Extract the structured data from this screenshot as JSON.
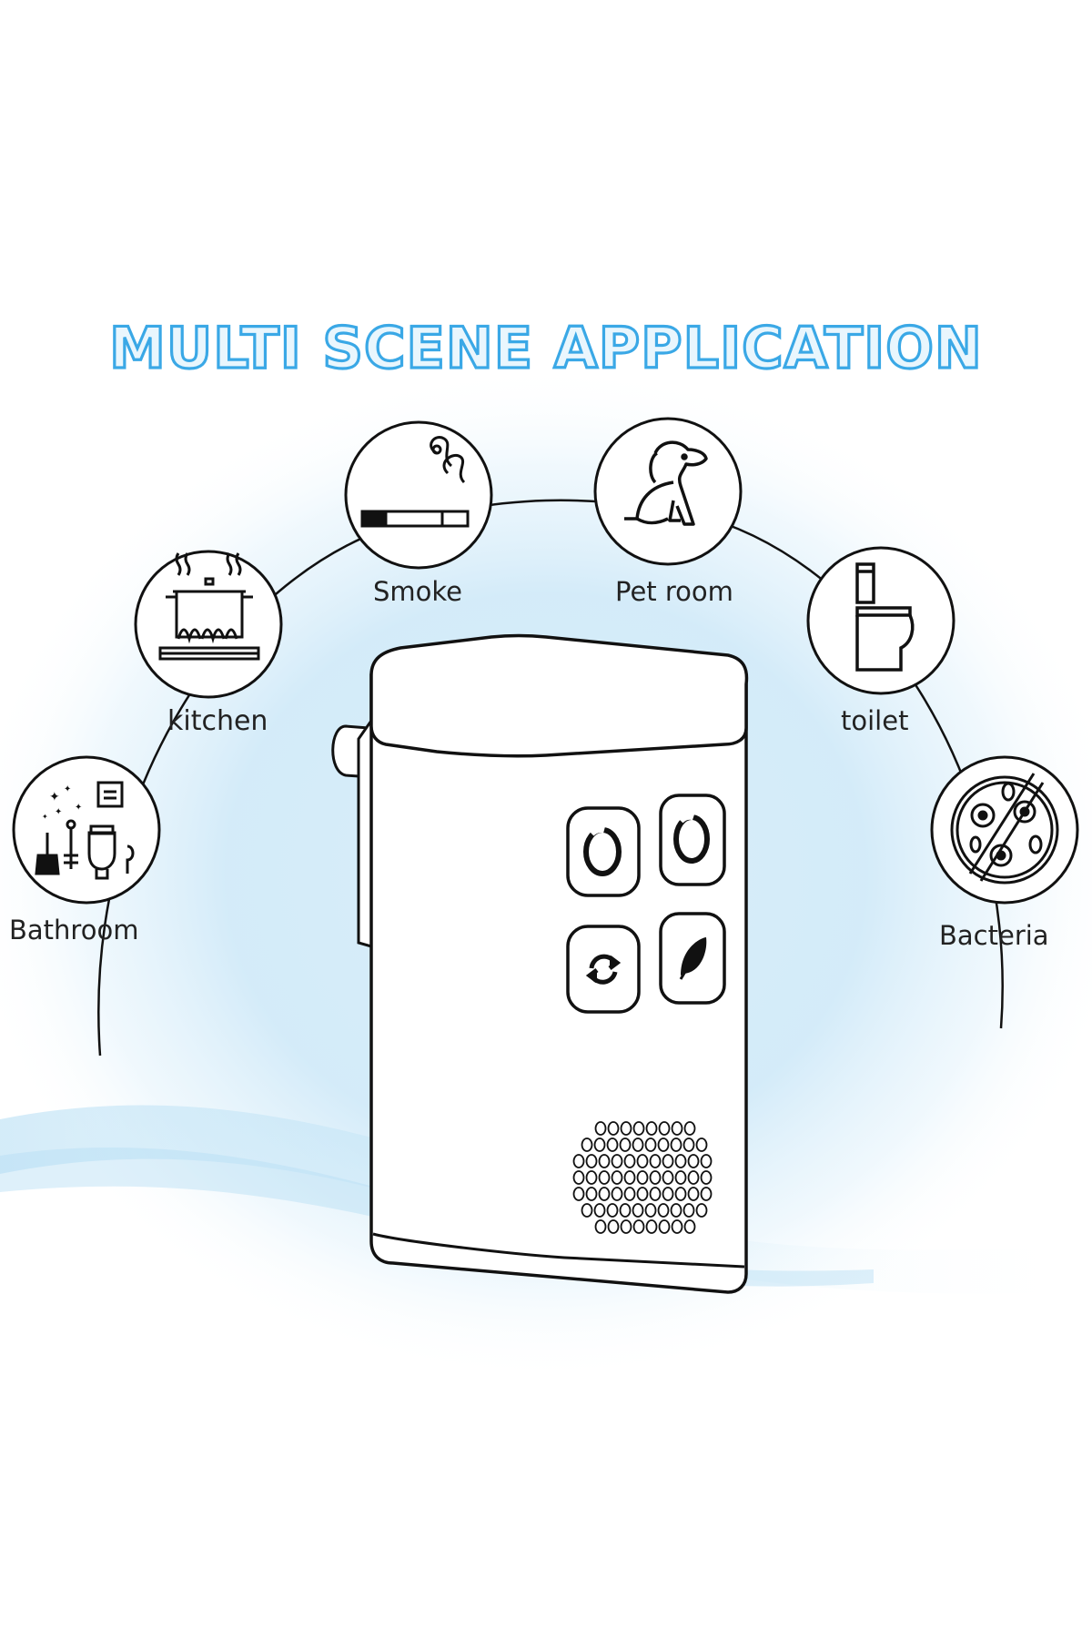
{
  "title": "MULTI SCENE APPLICATION",
  "scenes": [
    {
      "id": "bathroom",
      "label": "Bathroom"
    },
    {
      "id": "kitchen",
      "label": "kitchen"
    },
    {
      "id": "smoke",
      "label": "Smoke"
    },
    {
      "id": "pet-room",
      "label": "Pet room"
    },
    {
      "id": "toilet",
      "label": "toilet"
    },
    {
      "id": "bacteria",
      "label": "Bacteria"
    }
  ],
  "device_buttons": [
    {
      "icon": "power-ring-icon"
    },
    {
      "icon": "power-ring-icon"
    },
    {
      "icon": "refresh-icon"
    },
    {
      "icon": "leaf-icon"
    }
  ],
  "colors": {
    "title_fill": "#e9f6fd",
    "title_stroke": "#3aa8e6",
    "backdrop": "#bfe3f6",
    "line": "#111111"
  }
}
